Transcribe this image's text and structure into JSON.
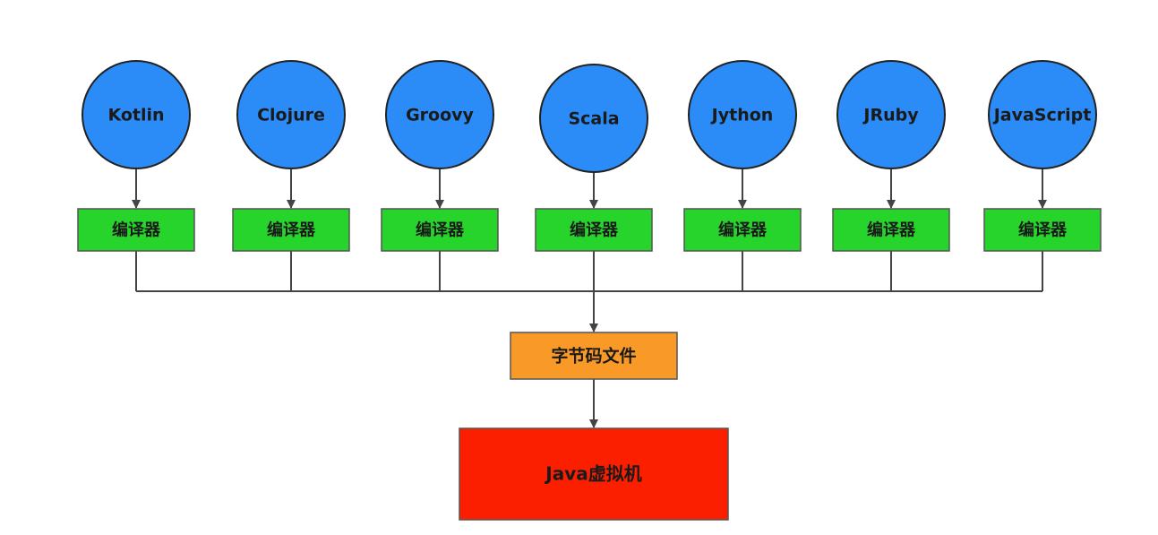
{
  "languages": [
    {
      "name": "Kotlin"
    },
    {
      "name": "Clojure"
    },
    {
      "name": "Groovy"
    },
    {
      "name": "Scala"
    },
    {
      "name": "Jython"
    },
    {
      "name": "JRuby"
    },
    {
      "name": "JavaScript"
    }
  ],
  "compiler_label": "编译器",
  "bytecode": {
    "label": "字节码文件"
  },
  "jvm": {
    "label": "Java虚拟机"
  },
  "colors": {
    "language_fill": "#2b8cf7",
    "compiler_fill": "#27d42b",
    "bytecode_fill": "#f99a28",
    "jvm_fill": "#fb1f00",
    "line": "#444444"
  }
}
